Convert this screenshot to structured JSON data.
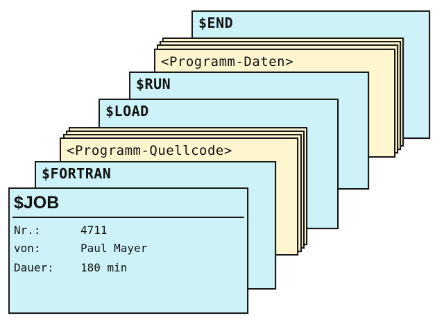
{
  "deck": {
    "end": "$END",
    "programm_daten": "<Programm-Daten>",
    "run": "$RUN",
    "load": "$LOAD",
    "programm_quellcode": "<Programm-Quellcode>",
    "fortran": "$FORTRAN",
    "job": {
      "title": "$JOB",
      "fields": [
        {
          "key": "Nr.:",
          "value": "4711"
        },
        {
          "key": "von:",
          "value": "Paul Mayer"
        },
        {
          "key": "Dauer:",
          "value": "180 min"
        }
      ]
    }
  },
  "colors": {
    "control_card": "#cdf3f8",
    "data_card": "#fff5cf",
    "border": "#1a1a1a"
  }
}
